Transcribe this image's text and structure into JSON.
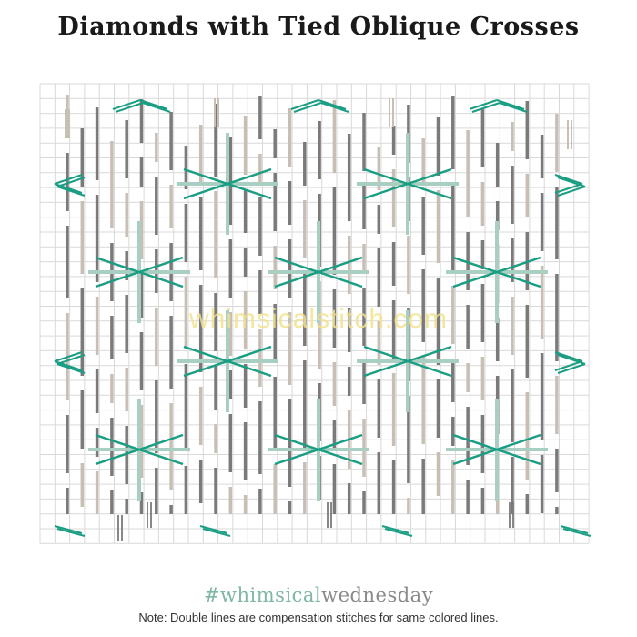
{
  "title": "Diamonds with Tied Oblique Crosses",
  "watermark": "whimsicalstitch.com",
  "hashtag": {
    "prefix": "#whimsical",
    "suffix": "wednesday"
  },
  "note": "Note:  Double lines are compensation stitches for same colored lines.",
  "colors": {
    "grid": "#d9d9d9",
    "dark": "#7a7a7a",
    "tan": "#c8bfb4",
    "teal": "#1a9e83",
    "teal_light": "#a9cfc2"
  }
}
